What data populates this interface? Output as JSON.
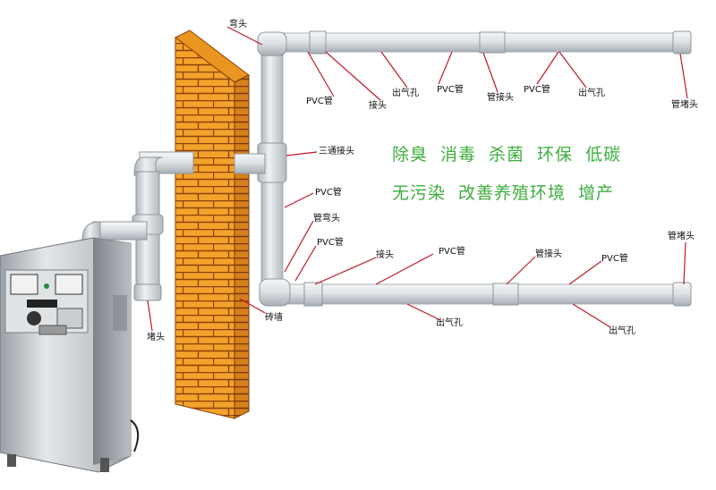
{
  "colors": {
    "pipe": "#d9dde0",
    "pipe_shadow": "#a9b0b6",
    "brick": "#f3a72e",
    "mortar": "#9a4a10",
    "slogan": "#3fae3f",
    "machine": "#c7cbcf"
  },
  "labels": {
    "elbow_top": "弯头",
    "pvc_1": "PVC管",
    "joint_1": "接头",
    "vent_1": "出气孔",
    "pvc_2": "PVC管",
    "coupler_1": "管接头",
    "pvc_3": "PVC管",
    "vent_2": "出气孔",
    "cap_top": "管堵头",
    "tee": "三通接头",
    "pvc_4": "PVC管",
    "pipe_elbow": "管弯头",
    "pvc_5": "PVC管",
    "joint_2": "接头",
    "pvc_6": "PVC管",
    "coupler_2": "管接头",
    "pvc_7": "PVC管",
    "cap_bottom": "管堵头",
    "vent_3": "出气孔",
    "vent_4": "出气孔",
    "plug": "堵头",
    "brick_wall": "砖墙"
  },
  "slogans": {
    "line1": [
      "除臭",
      "消毒",
      "杀菌",
      "环保",
      "低碳"
    ],
    "line2": [
      "无污染",
      "改善养殖环境",
      "增产"
    ]
  },
  "icons": [
    "ozone-generator-machine",
    "brick-wall",
    "pvc-pipe-network"
  ]
}
